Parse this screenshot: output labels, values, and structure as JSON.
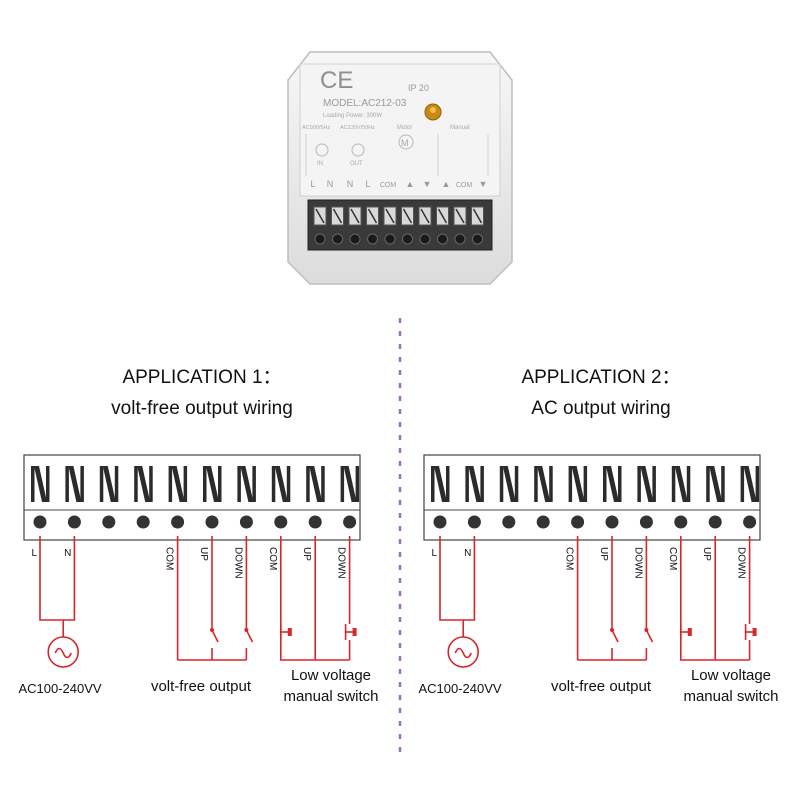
{
  "device": {
    "ce_mark": "CE",
    "ip": "IP 20",
    "model": "MODEL:AC212-03",
    "loading_power": "Loading Power: 300W",
    "input_spec": "AC090/5Hz",
    "output_spec": "AC230V/50Hz",
    "motor_label": "Motor",
    "manual_label": "Manual",
    "in_label": "IN",
    "out_label": "OUT",
    "motor_symbol": "M",
    "terminal_marks": [
      "L",
      "N",
      "N",
      "L",
      "COM",
      "▲",
      "▼",
      "▲",
      "COM",
      "▼"
    ]
  },
  "applications": [
    {
      "title": "APPLICATION 1：",
      "subtitle": "volt-free output wiring",
      "terminal_labels": [
        "L",
        "N",
        "COM",
        "UP",
        "DOWN",
        "COM",
        "UP",
        "DOWN"
      ],
      "supply_label": "AC100-240VV",
      "output_label": "volt-free output",
      "switch_label_line1": "Low voltage",
      "switch_label_line2": "manual switch"
    },
    {
      "title": "APPLICATION 2：",
      "subtitle": "AC output wiring",
      "terminal_labels": [
        "L",
        "N",
        "COM",
        "UP",
        "DOWN",
        "COM",
        "UP",
        "DOWN"
      ],
      "supply_label": "AC100-240VV",
      "output_label": "volt-free output",
      "switch_label_line1": "Low voltage",
      "switch_label_line2": "manual switch"
    }
  ],
  "colors": {
    "wire": "#d8262a",
    "divider": "#9b6cc2",
    "terminal_dot": "#333333",
    "block_border": "#444444"
  }
}
